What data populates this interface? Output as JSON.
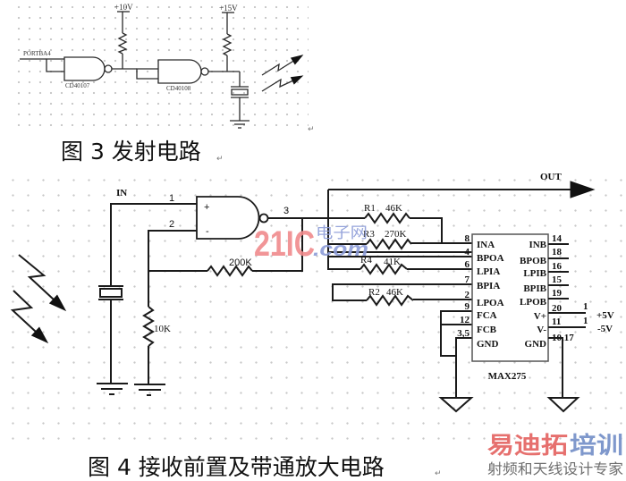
{
  "paragraph_mark": "↵",
  "figure3": {
    "caption": "图 3 发射电路",
    "input_label": "PORTBA4",
    "gate1_label": "CD40107",
    "gate2_label": "CD40108",
    "supply1_label": "+10V",
    "supply2_label": "+15V"
  },
  "figure4": {
    "caption": "图 4 接收前置及带通放大电路",
    "input_label": "IN",
    "output_label": "OUT",
    "gate": {
      "pin_plus": "1",
      "pin_minus": "2",
      "pin_out": "3",
      "plus_symbol": "+",
      "minus_symbol": "-"
    },
    "resistors": {
      "feedback": {
        "ref": "",
        "value": "200K"
      },
      "bias": {
        "ref": "",
        "value": "10K"
      },
      "r1": {
        "ref": "R1",
        "value": "46K"
      },
      "r3": {
        "ref": "R3",
        "value": "270K"
      },
      "r4": {
        "ref": "R4",
        "value": "41K"
      },
      "r2": {
        "ref": "R2",
        "value": "46K"
      }
    },
    "chip": {
      "name": "MAX275",
      "left_pins": [
        {
          "num": "8",
          "name": "INA"
        },
        {
          "num": "4",
          "name": "BPOA"
        },
        {
          "num": "6",
          "name": "LPIA"
        },
        {
          "num": "7",
          "name": "BPIA"
        },
        {
          "num": "2",
          "name": "LPOA"
        },
        {
          "num": "9",
          "name": "FCA"
        },
        {
          "num": "12",
          "name": "FCB"
        },
        {
          "num": "3,5",
          "name": "GND"
        }
      ],
      "right_pins": [
        {
          "num": "14",
          "name": "INB"
        },
        {
          "num": "18",
          "name": "BPOB"
        },
        {
          "num": "16",
          "name": "LPIB"
        },
        {
          "num": "15",
          "name": "BPIB"
        },
        {
          "num": "19",
          "name": "LPOB"
        },
        {
          "num": "20",
          "name": "V+"
        },
        {
          "num": "11",
          "name": "V-"
        },
        {
          "num": "10,17",
          "name": "GND"
        }
      ]
    },
    "supplies": [
      {
        "tag": "1",
        "label": "+5V"
      },
      {
        "tag": "1",
        "label": "-5V"
      }
    ]
  },
  "watermarks": {
    "site1_main": "21IC",
    "site1_sub1": "电子网",
    "site1_sub2": ".com",
    "site2_main_red": "易迪拓",
    "site2_main_blue": "培训",
    "site2_sub": "射频和天线设计专家",
    "colors": {
      "red": "#e6706e",
      "blue": "#7f98cc",
      "pink": "#f08a8c"
    }
  }
}
